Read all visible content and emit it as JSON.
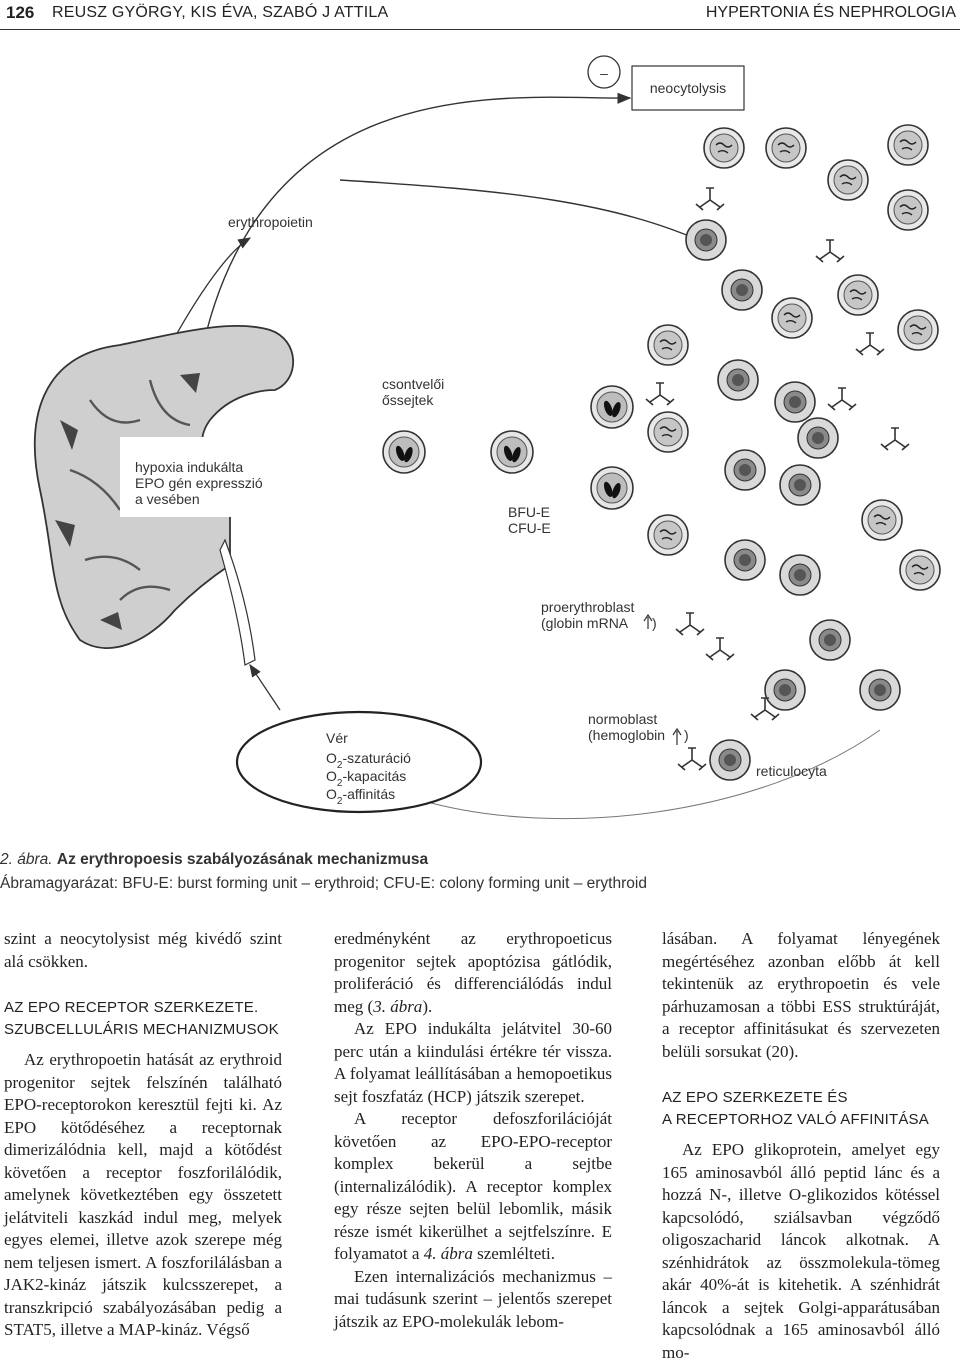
{
  "header": {
    "page_number": "126",
    "authors": "REUSZ GYÖRGY, KIS ÉVA, SZABÓ J ATTILA",
    "journal": "HYPERTONIA ÉS NEPHROLOGIA"
  },
  "figure": {
    "minus_sign": "–",
    "neocytolysis": "neocytolysis",
    "erythropoietin": "erythropoietin",
    "csontveloi_1": "csontvelői",
    "csontveloi_2": "őssejtek",
    "hypoxia_1": "hypoxia indukálta",
    "hypoxia_2": "EPO gén expresszió",
    "hypoxia_3": "a vesében",
    "bfu": "BFU-E",
    "cfu": "CFU-E",
    "proery_1": "proerythroblast",
    "proery_2": "(globin mRNA",
    "proery_close": ")",
    "normo_1": "normoblast",
    "normo_2": "(hemoglobin",
    "normo_close": ")",
    "reticulocyta": "reticulocyta",
    "ver": "Vér",
    "o_letter": "O",
    "sub2": "2",
    "sat": "-szaturáció",
    "kap": "-kapacitás",
    "aff": "-affinitás"
  },
  "caption": {
    "number": "2. ábra.",
    "title": "Az erythropoesis szabályozásának mechanizmusa",
    "legend": "Ábramagyarázat: BFU-E: burst forming unit – erythroid; CFU-E: colony forming unit – erythroid"
  },
  "col1": {
    "p1": "szint a neocytolysist még kivédő szint alá csökken.",
    "head1_line1": "AZ EPO RECEPTOR SZERKEZETE.",
    "head1_line2": "SZUBCELLULÁRIS MECHANIZMUSOK",
    "p2": "Az erythropoetin hatását az erythroid progenitor sejtek felszínén található EPO-receptorokon keresztül fejti ki. Az EPO kötődéséhez a receptornak dimerizálódnia kell, majd a kötődést követően a receptor foszforilálódik, amelynek következtében egy összetett jelátviteli kaszkád indul meg, melyek egyes elemei, illetve azok szerepe még nem teljesen ismert. A foszforilálásban a JAK2-kináz játszik kulcsszerepet, a transzkripció szabályozásában pedig a STAT5, illetve a MAP-kináz. Végső"
  },
  "col2": {
    "p1_a": "eredményként az erythropoeticus progenitor sejtek apoptózisa gátlódik, proliferáció és differenciálódás indul meg (",
    "p1_ref": "3. ábra",
    "p1_b": ").",
    "p2": "Az EPO indukálta jelátvitel 30-60 perc után a kiindulási értékre tér vissza. A folyamat leállításában a hemopoetikus sejt foszfatáz (HCP) játszik szerepet.",
    "p3_a": "A receptor defoszforilációját követően az EPO-EPO-receptor komplex bekerül a sejtbe (internalizálódik). A receptor komplex egy része sejten belül lebomlik, másik része ismét kikerülhet a sejtfelszínre. E folyamatot a ",
    "p3_ref": "4. ábra",
    "p3_b": " szemlélteti.",
    "p4": "Ezen internalizációs mechanizmus – mai tudásunk szerint – jelentős szerepet játszik az EPO-molekulák lebom-"
  },
  "col3": {
    "p1": "lásában. A folyamat lényegének megértéséhez azonban előbb át kell tekintenük az erythropoetin és vele párhuzamosan a többi ESS struktúráját, a receptor affinitásukat és szervezeten belüli sorsukat (20).",
    "head_line1": "AZ EPO SZERKEZETE ÉS",
    "head_line2": "A RECEPTORHOZ VALÓ AFFINITÁSA",
    "p2": "Az EPO glikoprotein, amelyet egy 165 aminosavból álló peptid lánc és a hozzá N-, illetve O-glikozidos kötéssel kapcsolódó, sziálsavban végződő oligoszacharid láncok alkotnak. A szénhidrátok az összmolekula-tömeg akár 40%-át is kitehetik. A szénhidrát láncok a sejtek Golgi-apparátusában kapcsolódnak a 165 aminosavból álló mo-"
  }
}
